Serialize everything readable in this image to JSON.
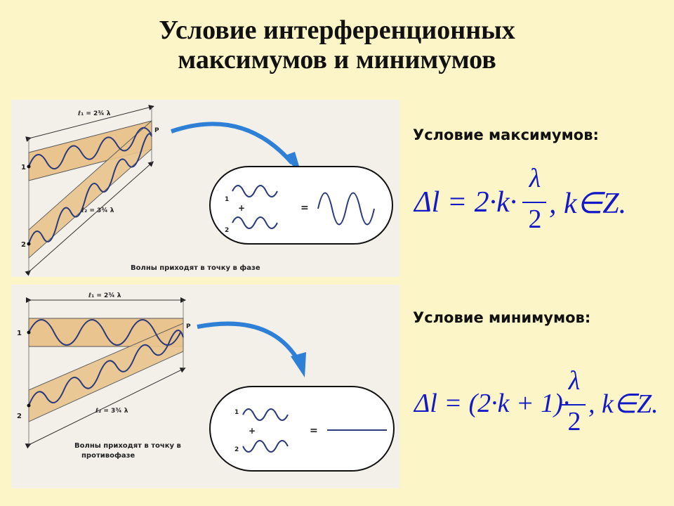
{
  "slide": {
    "title_line1": "Условие интерференционных",
    "title_line2": "максимумов и минимумов"
  },
  "panel_top": {
    "l1_label": "ℓ₁ = 2¾ λ",
    "l2_label": "ℓ₂ = 3¾ λ",
    "source1": "1",
    "source2": "2",
    "point": "P",
    "caption": "Волны приходят в точку в фазе",
    "wave1": "1",
    "wave2": "2",
    "plus": "+",
    "equals": "="
  },
  "panel_bottom": {
    "l1_label": "ℓ₁ = 2¾ λ",
    "l2_label": "ℓ₂ = 3¾ λ",
    "source1": "1",
    "source2": "2",
    "point": "P",
    "caption_line1": "Волны приходят в точку в",
    "caption_line2": "противофазе",
    "wave1": "1",
    "wave2": "2",
    "plus": "+",
    "equals": "="
  },
  "maxima": {
    "heading": "Условие максимумов:",
    "lhs": "Δl = 2·k·",
    "num": "λ",
    "den": "2",
    "rhs": ", k∈Z."
  },
  "minima": {
    "heading": "Условие минимумов:",
    "lhs": "Δl = (2·k + 1)·",
    "num": "λ",
    "den": "2",
    "rhs": ", k∈Z."
  },
  "colors": {
    "background": "#FCF5C8",
    "formula": "#1419C8",
    "band": "#E9C48E",
    "arrow": "#2E7FD6"
  }
}
